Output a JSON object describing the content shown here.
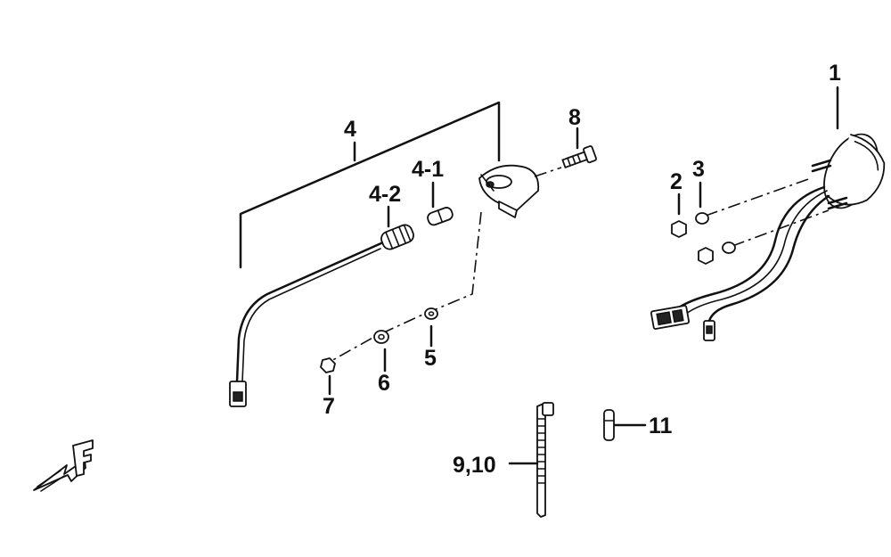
{
  "labels": {
    "p1": "1",
    "p2": "2",
    "p3": "3",
    "p4": "4",
    "p4_1": "4-1",
    "p4_2": "4-2",
    "p5": "5",
    "p6": "6",
    "p7": "7",
    "p8": "8",
    "p9_10": "9,10",
    "p11": "11"
  },
  "front_marker": "F"
}
